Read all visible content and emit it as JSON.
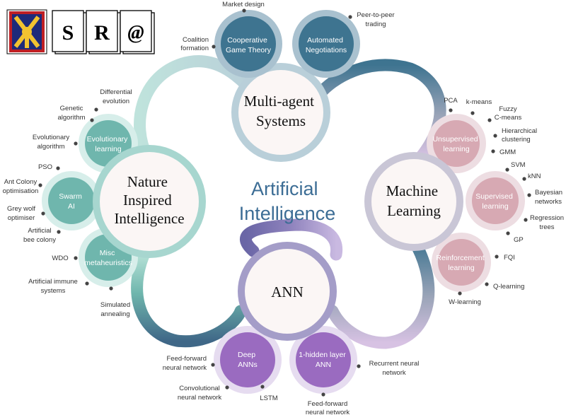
{
  "logo": {
    "letters": [
      "S",
      "R",
      "@"
    ]
  },
  "center_title": [
    "Artificial",
    "Intelligence"
  ],
  "hubs": {
    "mas": [
      "Multi-agent",
      "Systems"
    ],
    "ml": [
      "Machine",
      "Learning"
    ],
    "ann": [
      "ANN"
    ],
    "nii": [
      "Nature",
      "Inspired",
      "Intelligence"
    ]
  },
  "sub": {
    "coop": [
      "Cooperative",
      "Game Theory"
    ],
    "auto": [
      "Automated",
      "Negotiations"
    ],
    "unsup": [
      "Unsupervised",
      "learning"
    ],
    "sup": [
      "Supervised",
      "learning"
    ],
    "reinf": [
      "Reinforcement",
      "learning"
    ],
    "deep": [
      "Deep",
      "ANNs"
    ],
    "hidden": [
      "1-hidden layer",
      "ANN"
    ],
    "evo": [
      "Evolutionary",
      "learning"
    ],
    "swarm": [
      "Swarm",
      "AI"
    ],
    "misc": [
      "Misc",
      "metaheuristics"
    ]
  },
  "labels": {
    "market": [
      "Market design"
    ],
    "coalition": [
      "Coalition",
      "formation"
    ],
    "p2p": [
      "Peer-to-peer",
      "trading"
    ],
    "pca": [
      "PCA"
    ],
    "kmeans": [
      "k-means"
    ],
    "fuzzy": [
      "Fuzzy",
      "C-means"
    ],
    "hier": [
      "Hierarchical",
      "clustering"
    ],
    "gmm": [
      "GMM"
    ],
    "svm": [
      "SVM"
    ],
    "knn": [
      "kNN"
    ],
    "bayes": [
      "Bayesian",
      "networks"
    ],
    "regtree": [
      "Regression",
      "trees"
    ],
    "gp": [
      "GP"
    ],
    "fqi": [
      "FQI"
    ],
    "qlearn": [
      "Q-learning"
    ],
    "wlearn": [
      "W-learning"
    ],
    "ffnn1": [
      "Feed-forward",
      "neural network"
    ],
    "cnn": [
      "Convolutional",
      "neural network"
    ],
    "lstm": [
      "LSTM"
    ],
    "rnn": [
      "Recurrent neural",
      "network"
    ],
    "ffnn2": [
      "Feed-forward",
      "neural network"
    ],
    "diffevo": [
      "Differential",
      "evolution"
    ],
    "genetic": [
      "Genetic",
      "algorithm"
    ],
    "evoalg": [
      "Evolutionary",
      "algorithm"
    ],
    "pso": [
      "PSO"
    ],
    "aco": [
      "Ant Colony",
      "optimisation"
    ],
    "gwo": [
      "Grey wolf",
      "optimiser"
    ],
    "abc": [
      "Artificial",
      "bee colony"
    ],
    "wdo": [
      "WDO"
    ],
    "ais": [
      "Artificial immune",
      "systems"
    ],
    "sa": [
      "Simulated",
      "annealing"
    ]
  },
  "colors": {
    "mas": "#3e7490",
    "ml": "#d7a9b3",
    "ann": "#9a6bc0",
    "nii": "#6fb6ad"
  }
}
